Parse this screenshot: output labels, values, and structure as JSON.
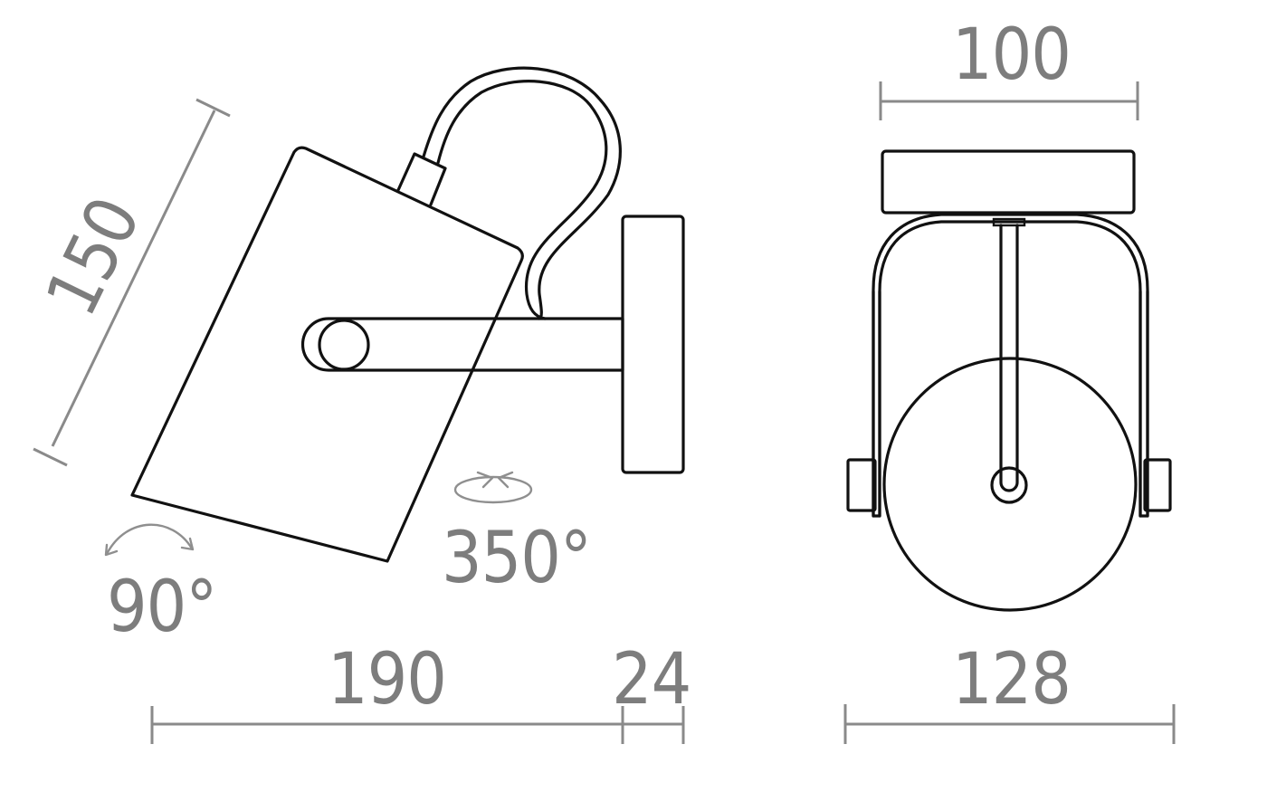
{
  "diagram": {
    "type": "technical-dimension-drawing",
    "subject": "wall spotlight (side view and front view)",
    "colors": {
      "outline": "#111111",
      "dimension": "#8a8a8a",
      "background": "#ffffff"
    },
    "side_view": {
      "dimensions": {
        "shade_length": "150",
        "arm_projection": "190",
        "base_depth": "24"
      },
      "rotations": {
        "tilt": {
          "angle": "90°",
          "icon": "tilt-arc-arrows-icon"
        },
        "swivel": {
          "angle": "350°",
          "icon": "rotate-360-arrows-icon"
        }
      }
    },
    "front_view": {
      "dimensions": {
        "base_width": "100",
        "total_width": "128"
      }
    }
  }
}
